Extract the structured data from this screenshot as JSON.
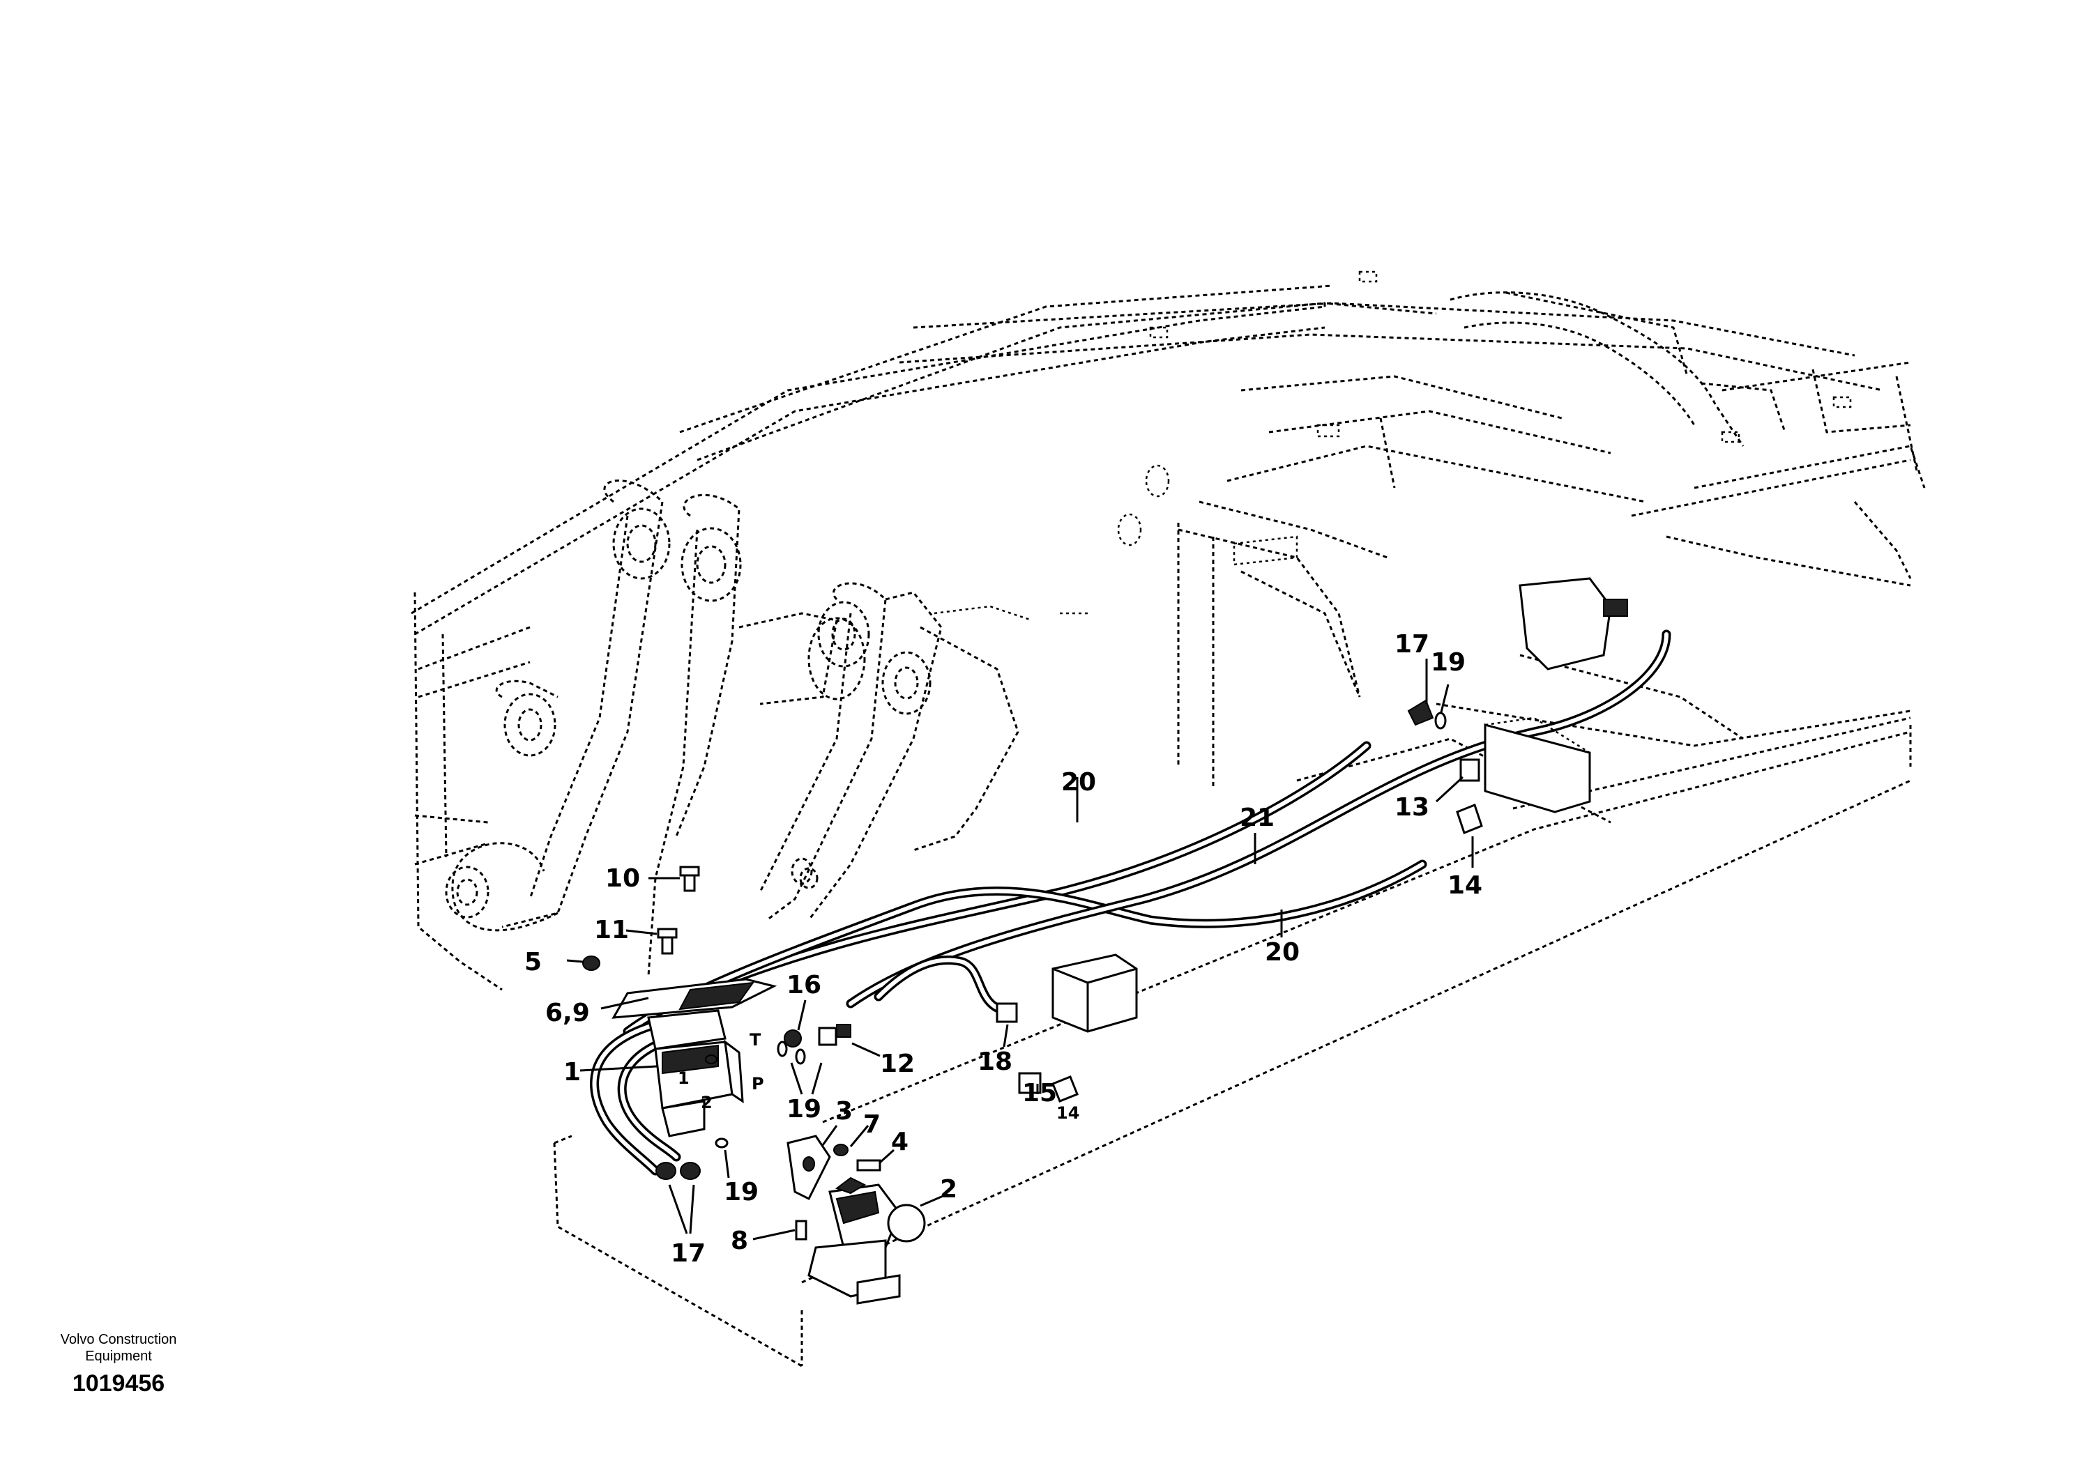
{
  "footer": {
    "brand_line1": "Volvo Construction",
    "brand_line2": "Equipment",
    "doc_number": "1019456"
  },
  "callouts": {
    "c1": "1",
    "c2": "2",
    "c3": "3",
    "c4": "4",
    "c5": "5",
    "c6_9": "6,9",
    "c7": "7",
    "c8": "8",
    "c10": "10",
    "c11": "11",
    "c12": "12",
    "c13": "13",
    "c14a": "14",
    "c14b": "14",
    "c15": "15",
    "c16": "16",
    "c17a": "17",
    "c17b": "17",
    "c18": "18",
    "c19a": "19",
    "c19b": "19",
    "c19c": "19",
    "c20a": "20",
    "c20b": "20",
    "c21": "21"
  },
  "port_labels": {
    "t": "T",
    "p": "P",
    "two": "2",
    "one": "1",
    "small14": "14"
  }
}
